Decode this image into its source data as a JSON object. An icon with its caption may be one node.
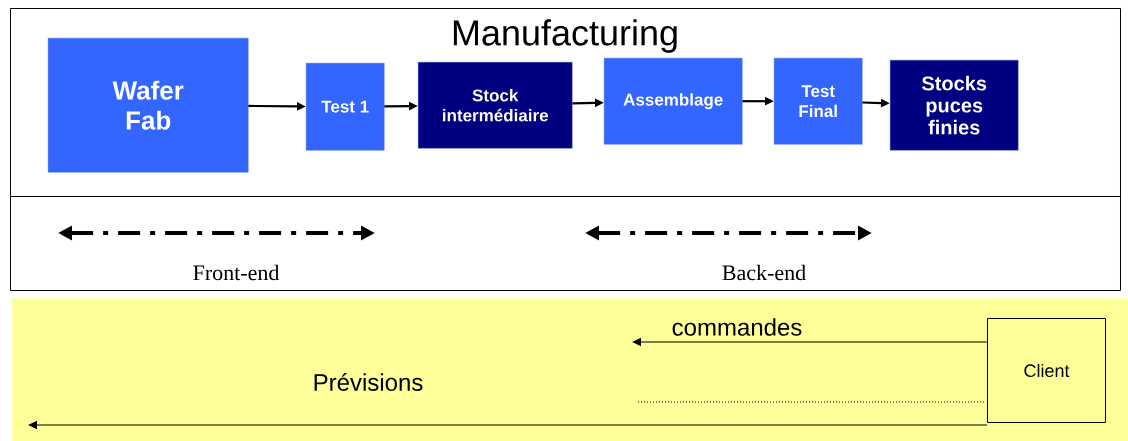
{
  "diagram": {
    "nodes": [
      {
        "text": [
          "Manufacturing"
        ]
      },
      {
        "text": [
          "Wafer Fab"
        ],
        "in": 0
      },
      {
        "text": [
          "Test 1"
        ],
        "in": 0
      },
      {
        "text": [
          "Stock intermédiaire"
        ],
        "in": 0
      },
      {
        "text": [
          "Assemblage"
        ],
        "in": 0
      },
      {
        "text": [
          "Test Final"
        ],
        "in": 0
      },
      {
        "text": [
          "Stocks puces finies"
        ],
        "in": 0
      },
      {
        "text": [
          "Front-end",
          "Back-end"
        ]
      },
      {
        "text": [],
        "shape": "box"
      },
      {
        "text": [
          "Client"
        ],
        "in": 8
      }
    ],
    "edges": [
      {
        "from": 1,
        "to": 2,
        "arrow": "to"
      },
      {
        "from": 2,
        "to": 3,
        "arrow": "to"
      },
      {
        "from": 3,
        "to": 4,
        "arrow": "to"
      },
      {
        "from": 4,
        "to": 5,
        "arrow": "to"
      },
      {
        "from": 5,
        "to": 6,
        "arrow": "to"
      },
      {
        "from": 9,
        "to": null,
        "arrow": "to",
        "label": "commandes"
      },
      {
        "from": 9,
        "to": null,
        "arrow": "to",
        "label": "Prévisions"
      }
    ]
  }
}
